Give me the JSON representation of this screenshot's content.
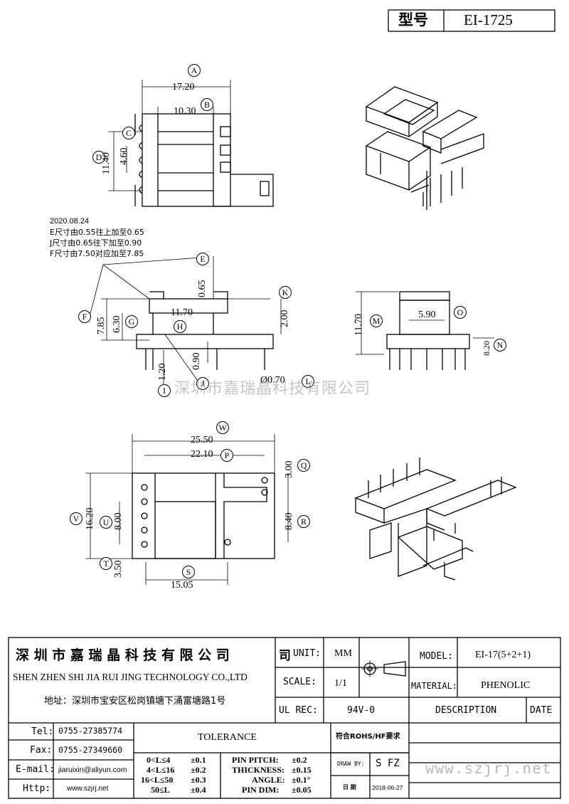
{
  "header": {
    "model_label": "型号",
    "model_value": "EI-1725"
  },
  "dimensions": {
    "A": "17.20",
    "B": "10.30",
    "C": "4.60",
    "D": "11.40",
    "E": "0.65",
    "F": "7.85",
    "G": "6.30",
    "H": "11.70",
    "I": "1.20",
    "J": "0.90",
    "K": "2.00",
    "L": "Ø0.70",
    "M": "11.70",
    "N": "8.20",
    "O": "5.90",
    "P": "22.10",
    "Q": "3.00",
    "R": "8.40",
    "S": "15.05",
    "T": "3.50",
    "U": "8.00",
    "V": "16.20",
    "W": "25.50"
  },
  "notes": {
    "date": "2020.08.24",
    "line1": "E尺寸由0.55往上加至0.65",
    "line2": "J尺寸由0.65往下加至0.90",
    "line3": "F尺寸由7.50对应加至7.85"
  },
  "watermark": "深圳市嘉瑞晶科技有限公司",
  "title_block": {
    "company_cn": "深 圳 市 嘉 瑞 晶 科 技 有 限 公 司",
    "company_en": "SHEN ZHEN SHI  JIA RUI JING  TECHNOLOGY CO.,LTD",
    "address": "地址：深圳市宝安区松岗镇塘下涌富塘路1号",
    "unit_label": "UNIT:",
    "unit_value": "MM",
    "scale_label": "SCALE:",
    "scale_value": "1/1",
    "ulrec_label": "UL REC:",
    "ulrec_value": "94V-0",
    "model_label": "MODEL:",
    "model_value": "EI-17(5+2+1)",
    "material_label": "MATERIAL:",
    "material_value": "PHENOLIC",
    "description_label": "DESCRIPTION",
    "date_label": "DATE",
    "tel_label": "Tel:",
    "tel_value": "0755-27385774",
    "fax_label": "Fax:",
    "fax_value": "0755-27349660",
    "email_label": "E-mail:",
    "email_value": "jiaruixin@aliyun.com",
    "http_label": "Http:",
    "http_value": "www.szjrj.net",
    "tolerance_label": "TOLERANCE",
    "tol_rows": [
      {
        "range": "0<L≤4",
        "val": "±0.1"
      },
      {
        "range": "4<L≤16",
        "val": "±0.2"
      },
      {
        "range": "16<L≤50",
        "val": "±0.3"
      },
      {
        "range": "50≤L",
        "val": "±0.4"
      }
    ],
    "pin_rows": [
      {
        "label": "PIN PITCH:",
        "val": "±0.2"
      },
      {
        "label": "THICKNESS:",
        "val": "±0.15"
      },
      {
        "label": "ANGLE:",
        "val": "±0.1°"
      },
      {
        "label": "PIN DIM:",
        "val": "±0.05"
      }
    ],
    "rohs": "符合ROHS/HF要求",
    "draw_by_label": "DRAW BY:",
    "draw_by_value": "S FZ",
    "date_cn_label": "日 期",
    "date_value": "2018-06-27",
    "website": "www.szjrj.net",
    "company_short": "司"
  }
}
